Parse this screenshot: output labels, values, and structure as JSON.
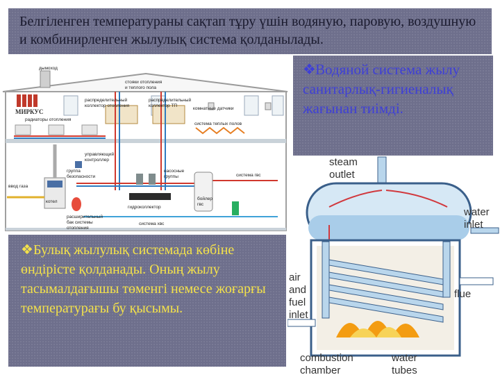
{
  "slide": {
    "title": "Белгіленген температураны сақтап тұру үшін водяную, паровую, воздушную и комбинирленген жылулық система қолданылады.",
    "water_system": "Водяной система жылу санитарлық-гигиеналық жағынан тиімді.",
    "steam_system": "Булық жылулық системада көбіне өндірісте қолданады. Оның жылу тасымалдағышы төменгі немесе жоғарғы температурағы бу қысымы."
  },
  "house_diagram": {
    "brand": "МИРКУС",
    "labels": {
      "chimney": "дымоход",
      "risers": "стояки отопления\nи теплого пола",
      "manifold_heating": "распределительный\nколлектор отопления",
      "manifold_floor": "распределительный\nколлектор ТП",
      "room_sensors": "комнатные датчики",
      "radiators": "радиаторы отопления",
      "floor_system": "система теплых полов",
      "controller": "управляющий\nконтроллер",
      "gas_inlet": "ввод газа",
      "safety_group": "группа\nбезопасности",
      "pump_groups": "насосные\nгруппы",
      "dhw_system": "система гвс",
      "boiler": "котел",
      "dhw_boiler": "бойлер\nгвс",
      "hydro_collector": "гидроколлектор",
      "expansion_tank": "расширительный\nбак системы\nотопления",
      "cold_water": "система хвс"
    }
  },
  "boiler_diagram": {
    "labels": {
      "steam_outlet": "steam\noutlet",
      "water_inlet": "water\ninlet",
      "air_fuel_inlet": "air\nand\nfuel\ninlet",
      "flue": "flue",
      "combustion_chamber": "combustion\nchamber",
      "water_tubes": "water\ntubes"
    }
  }
}
